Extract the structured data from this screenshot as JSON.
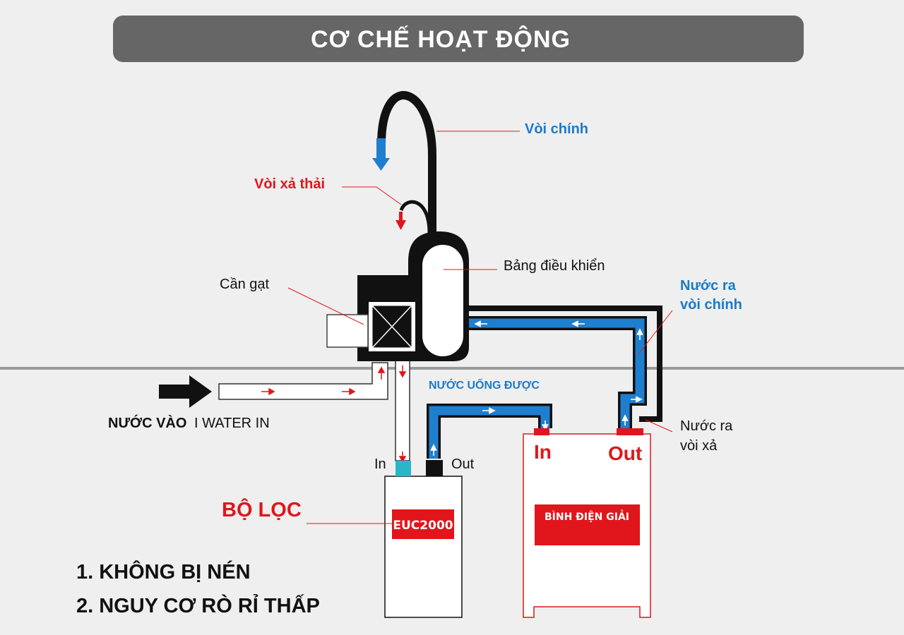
{
  "title": "CƠ CHẾ HOẠT ĐỘNG",
  "labels": {
    "voi_chinh": "Vòi chính",
    "voi_xa_thai": "Vòi xả thải",
    "bang_dieu_khien": "Bảng điều khiển",
    "can_gat": "Cần gạt",
    "nuoc_ra_voi_chinh_line1": "Nước ra",
    "nuoc_ra_voi_chinh_line2": "vòi chính",
    "nuoc_uong_duoc": "NƯỚC UỐNG ĐƯỢC",
    "nuoc_vao": "NƯỚC VÀO",
    "water_in": "I WATER IN",
    "nuoc_ra_voi_xa_line1": "Nước ra",
    "nuoc_ra_voi_xa_line2": "vòi xả",
    "filter_in": "In",
    "filter_out": "Out",
    "electrolysis_in": "In",
    "electrolysis_out": "Out",
    "bo_loc": "BỘ LỌC",
    "filter_model": "EUC2000",
    "binh_dien_giai": "BÌNH ĐIỆN GIẢI"
  },
  "features": [
    "1. KHÔNG BỊ NÉN",
    "2. NGUY CƠ RÒ RỈ THẤP"
  ],
  "colors": {
    "background": "#efefef",
    "title_bar": "#666666",
    "title_text": "#ffffff",
    "blue": "#1f7fcf",
    "label_blue": "#1b7ac7",
    "red": "#e0161c",
    "black": "#111111"
  }
}
